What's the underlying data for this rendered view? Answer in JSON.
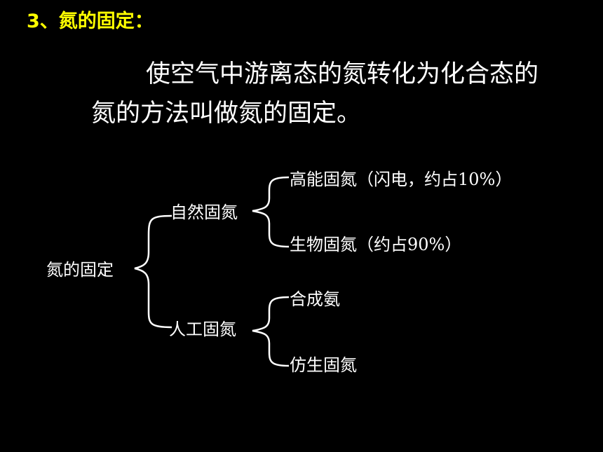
{
  "heading": "3、氮的固定：",
  "definition": {
    "line1": "使空气中游离态的氮转化为化合态的",
    "line2": "氮的方法叫做氮的固定。"
  },
  "tree": {
    "root": "氮的固定",
    "branches": [
      {
        "label": "自然固氮",
        "children": [
          "高能固氮（闪电，约占10%）",
          "生物固氮（约占90%）"
        ]
      },
      {
        "label": "人工固氮",
        "children": [
          "合成氨",
          "仿生固氮"
        ]
      }
    ]
  },
  "colors": {
    "background": "#000000",
    "heading": "#ffff00",
    "text": "#ffffff"
  }
}
